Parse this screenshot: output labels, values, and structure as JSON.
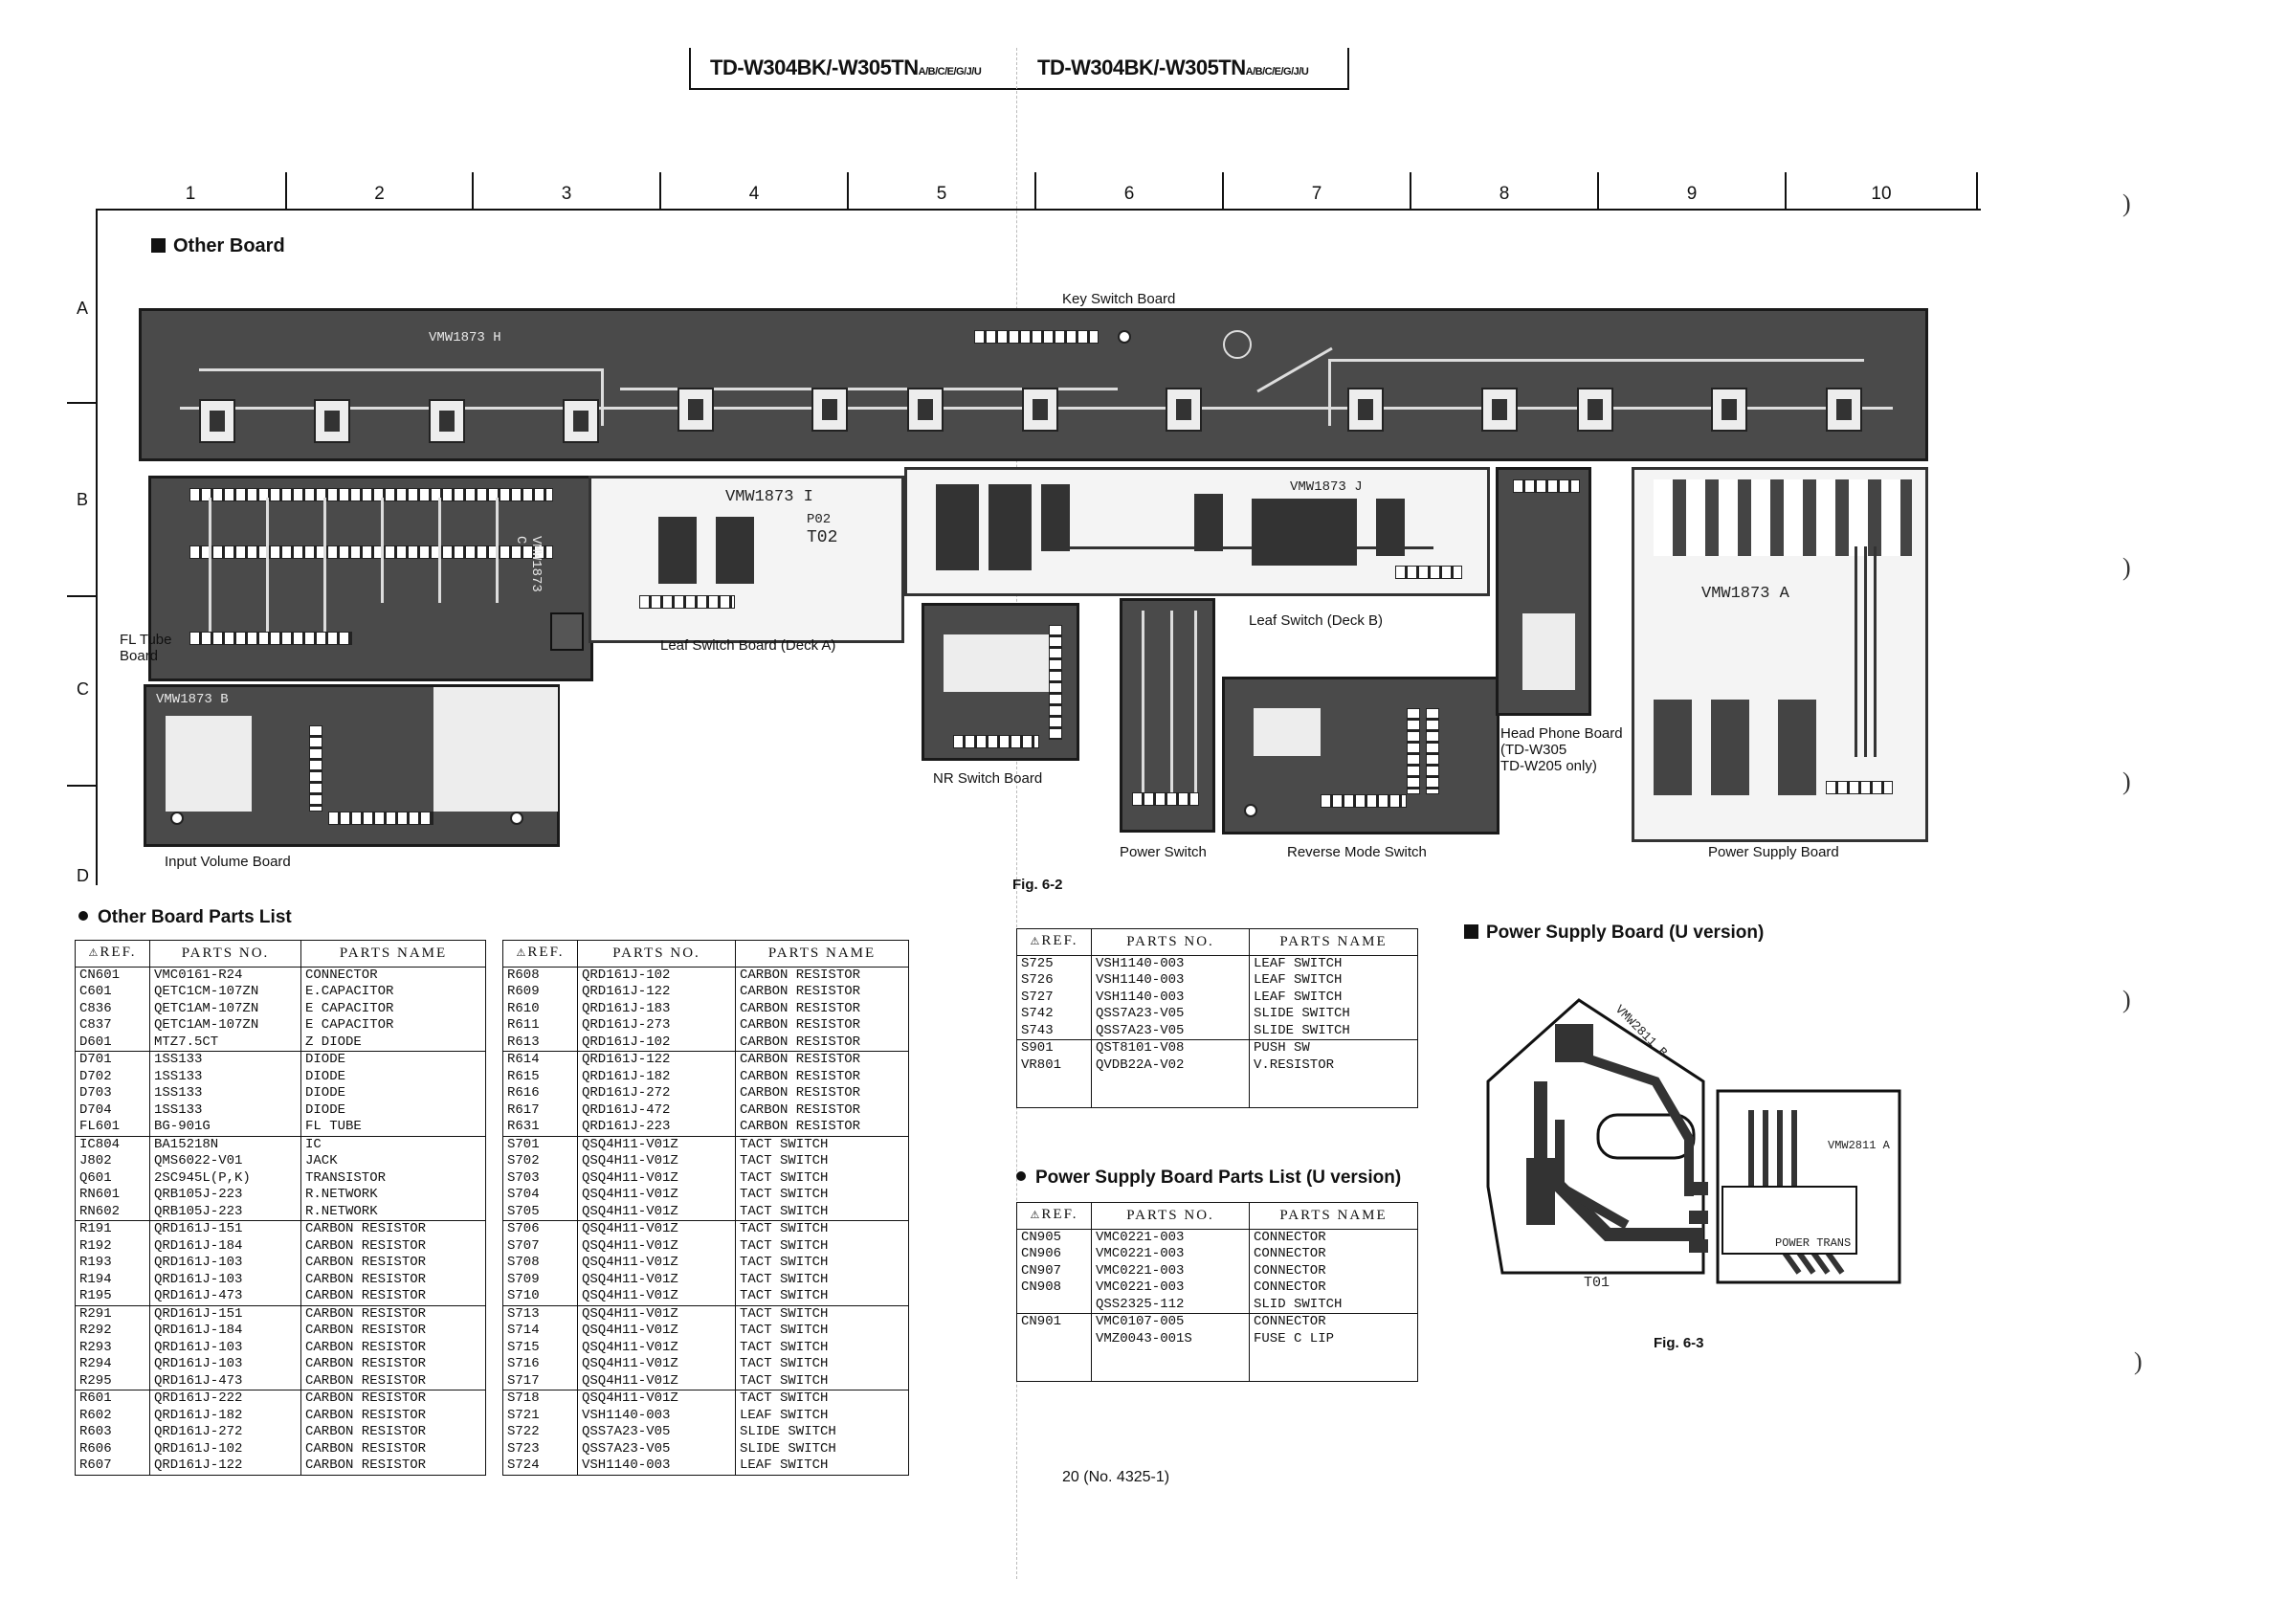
{
  "header": {
    "model_left": "TD-W304BK/-W305TN",
    "model_left_suffix": "A/B/C/E/G/J/U",
    "model_right": "TD-W304BK/-W305TN",
    "model_right_suffix": "A/B/C/E/G/J/U"
  },
  "ruler": {
    "columns": [
      "1",
      "2",
      "3",
      "4",
      "5",
      "6",
      "7",
      "8",
      "9",
      "10"
    ],
    "rows": [
      "A",
      "B",
      "C",
      "D"
    ]
  },
  "other_board": {
    "title": "Other Board",
    "labels": {
      "key_switch": "Key Switch Board",
      "fl_tube": "FL Tube\nBoard",
      "leaf_deck_a": "Leaf Switch Board (Deck A)",
      "leaf_deck_b": "Leaf Switch (Deck B)",
      "input_volume": "Input Volume Board",
      "nr_switch": "NR Switch Board",
      "power_switch": "Power Switch",
      "reverse_mode": "Reverse Mode Switch",
      "head_phone": "Head Phone Board\n(TD-W305\nTD-W205 only)",
      "power_supply": "Power Supply Board"
    },
    "silk": {
      "key_board": "VMW1873 H",
      "deck_a": "VMW1873 I",
      "p02": "P02",
      "t02": "T02",
      "deck_b": "VMW1873 J",
      "psu": "VMW1873 A",
      "input_vol": "VMW1873 B",
      "vmw_vert": "VMW1873 C"
    },
    "fig": "Fig. 6-2"
  },
  "parts_list": {
    "title": "Other Board Parts List",
    "headers": [
      "REF.",
      "PARTS NO.",
      "PARTS NAME"
    ],
    "table1": [
      [
        [
          "CN601",
          "VMC0161-R24",
          "CONNECTOR"
        ],
        [
          "C601",
          "QETC1CM-107ZN",
          "E.CAPACITOR"
        ],
        [
          "C836",
          "QETC1AM-107ZN",
          "E CAPACITOR"
        ],
        [
          "C837",
          "QETC1AM-107ZN",
          "E CAPACITOR"
        ],
        [
          "D601",
          "MTZ7.5CT",
          "Z DIODE"
        ]
      ],
      [
        [
          "D701",
          "1SS133",
          "DIODE"
        ],
        [
          "D702",
          "1SS133",
          "DIODE"
        ],
        [
          "D703",
          "1SS133",
          "DIODE"
        ],
        [
          "D704",
          "1SS133",
          "DIODE"
        ],
        [
          "FL601",
          "BG-901G",
          "FL TUBE"
        ]
      ],
      [
        [
          "IC804",
          "BA15218N",
          "IC"
        ],
        [
          "J802",
          "QMS6022-V01",
          "JACK"
        ],
        [
          "Q601",
          "2SC945L(P,K)",
          "TRANSISTOR"
        ],
        [
          "RN601",
          "QRB105J-223",
          "R.NETWORK"
        ],
        [
          "RN602",
          "QRB105J-223",
          "R.NETWORK"
        ]
      ],
      [
        [
          "R191",
          "QRD161J-151",
          "CARBON RESISTOR"
        ],
        [
          "R192",
          "QRD161J-184",
          "CARBON RESISTOR"
        ],
        [
          "R193",
          "QRD161J-103",
          "CARBON RESISTOR"
        ],
        [
          "R194",
          "QRD161J-103",
          "CARBON RESISTOR"
        ],
        [
          "R195",
          "QRD161J-473",
          "CARBON RESISTOR"
        ]
      ],
      [
        [
          "R291",
          "QRD161J-151",
          "CARBON RESISTOR"
        ],
        [
          "R292",
          "QRD161J-184",
          "CARBON RESISTOR"
        ],
        [
          "R293",
          "QRD161J-103",
          "CARBON RESISTOR"
        ],
        [
          "R294",
          "QRD161J-103",
          "CARBON RESISTOR"
        ],
        [
          "R295",
          "QRD161J-473",
          "CARBON RESISTOR"
        ]
      ],
      [
        [
          "R601",
          "QRD161J-222",
          "CARBON RESISTOR"
        ],
        [
          "R602",
          "QRD161J-182",
          "CARBON RESISTOR"
        ],
        [
          "R603",
          "QRD161J-272",
          "CARBON RESISTOR"
        ],
        [
          "R606",
          "QRD161J-102",
          "CARBON RESISTOR"
        ],
        [
          "R607",
          "QRD161J-122",
          "CARBON RESISTOR"
        ]
      ]
    ],
    "table2": [
      [
        [
          "R608",
          "QRD161J-102",
          "CARBON RESISTOR"
        ],
        [
          "R609",
          "QRD161J-122",
          "CARBON RESISTOR"
        ],
        [
          "R610",
          "QRD161J-183",
          "CARBON RESISTOR"
        ],
        [
          "R611",
          "QRD161J-273",
          "CARBON RESISTOR"
        ],
        [
          "R613",
          "QRD161J-102",
          "CARBON RESISTOR"
        ]
      ],
      [
        [
          "R614",
          "QRD161J-122",
          "CARBON RESISTOR"
        ],
        [
          "R615",
          "QRD161J-182",
          "CARBON RESISTOR"
        ],
        [
          "R616",
          "QRD161J-272",
          "CARBON RESISTOR"
        ],
        [
          "R617",
          "QRD161J-472",
          "CARBON RESISTOR"
        ],
        [
          "R631",
          "QRD161J-223",
          "CARBON RESISTOR"
        ]
      ],
      [
        [
          "S701",
          "QSQ4H11-V01Z",
          "TACT SWITCH"
        ],
        [
          "S702",
          "QSQ4H11-V01Z",
          "TACT SWITCH"
        ],
        [
          "S703",
          "QSQ4H11-V01Z",
          "TACT SWITCH"
        ],
        [
          "S704",
          "QSQ4H11-V01Z",
          "TACT SWITCH"
        ],
        [
          "S705",
          "QSQ4H11-V01Z",
          "TACT SWITCH"
        ]
      ],
      [
        [
          "S706",
          "QSQ4H11-V01Z",
          "TACT SWITCH"
        ],
        [
          "S707",
          "QSQ4H11-V01Z",
          "TACT SWITCH"
        ],
        [
          "S708",
          "QSQ4H11-V01Z",
          "TACT SWITCH"
        ],
        [
          "S709",
          "QSQ4H11-V01Z",
          "TACT SWITCH"
        ],
        [
          "S710",
          "QSQ4H11-V01Z",
          "TACT SWITCH"
        ]
      ],
      [
        [
          "S713",
          "QSQ4H11-V01Z",
          "TACT SWITCH"
        ],
        [
          "S714",
          "QSQ4H11-V01Z",
          "TACT SWITCH"
        ],
        [
          "S715",
          "QSQ4H11-V01Z",
          "TACT SWITCH"
        ],
        [
          "S716",
          "QSQ4H11-V01Z",
          "TACT SWITCH"
        ],
        [
          "S717",
          "QSQ4H11-V01Z",
          "TACT SWITCH"
        ]
      ],
      [
        [
          "S718",
          "QSQ4H11-V01Z",
          "TACT SWITCH"
        ],
        [
          "S721",
          "VSH1140-003",
          "LEAF SWITCH"
        ],
        [
          "S722",
          "QSS7A23-V05",
          "SLIDE SWITCH"
        ],
        [
          "S723",
          "QSS7A23-V05",
          "SLIDE SWITCH"
        ],
        [
          "S724",
          "VSH1140-003",
          "LEAF SWITCH"
        ]
      ]
    ],
    "table3": [
      [
        [
          "S725",
          "VSH1140-003",
          "LEAF SWITCH"
        ],
        [
          "S726",
          "VSH1140-003",
          "LEAF SWITCH"
        ],
        [
          "S727",
          "VSH1140-003",
          "LEAF SWITCH"
        ],
        [
          "S742",
          "QSS7A23-V05",
          "SLIDE SWITCH"
        ],
        [
          "S743",
          "QSS7A23-V05",
          "SLIDE SWITCH"
        ]
      ],
      [
        [
          "S901",
          "QST8101-V08",
          "PUSH SW"
        ],
        [
          "VR801",
          "QVDB22A-V02",
          "V.RESISTOR"
        ],
        [
          "",
          "",
          ""
        ],
        [
          "",
          "",
          ""
        ]
      ]
    ]
  },
  "psu_parts": {
    "title": "Power Supply Board Parts List (U version)",
    "headers": [
      "REF.",
      "PARTS NO.",
      "PARTS NAME"
    ],
    "rows": [
      [
        [
          "CN905",
          "VMC0221-003",
          "CONNECTOR"
        ],
        [
          "CN906",
          "VMC0221-003",
          "CONNECTOR"
        ],
        [
          "CN907",
          "VMC0221-003",
          "CONNECTOR"
        ],
        [
          "CN908",
          "VMC0221-003",
          "CONNECTOR"
        ],
        [
          "",
          "QSS2325-112",
          "SLID SWITCH"
        ]
      ],
      [
        [
          "CN901",
          "VMC0107-005",
          "CONNECTOR"
        ],
        [
          "",
          "VMZ0043-001S",
          "FUSE C LIP"
        ],
        [
          "",
          "",
          ""
        ],
        [
          "",
          "",
          ""
        ]
      ]
    ]
  },
  "psu_board": {
    "title": "Power Supply Board (U version)",
    "silk_b": "VMW2811 B",
    "silk_a": "VMW2811 A",
    "t01": "T01",
    "power_trans": "POWER TRANS",
    "fig": "Fig. 6-3"
  },
  "page_number": "20 (No. 4325-1)"
}
